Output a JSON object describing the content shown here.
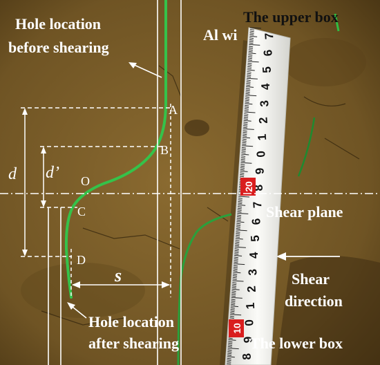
{
  "photo": {
    "colors": {
      "soil": "#7a5d28",
      "soil_dark": "#4d3816",
      "tape": "#f2f2ee",
      "tape_mark": "#111111",
      "wire": "#35c24a",
      "annot": "#ffffff"
    }
  },
  "labels": {
    "upper_box": "The upper box",
    "al_wire": "Al wi",
    "hole_before_line1": "Hole location",
    "hole_before_line2": "before shearing",
    "shear_plane": "Shear plane",
    "shear_direction_line1": "Shear",
    "shear_direction_line2": "direction",
    "hole_after_line1": "Hole location",
    "hole_after_line2": "after shearing",
    "lower_box": "The lower box",
    "d": "d",
    "d_prime": "d’",
    "s": "s",
    "point_A": "A",
    "point_B": "B",
    "point_O": "O",
    "point_C": "C",
    "point_D": "D"
  },
  "tape": {
    "digits": [
      "7",
      "6",
      "5",
      "4",
      "3",
      "2",
      "1",
      "0",
      "9",
      "8",
      "7",
      "6",
      "5",
      "4",
      "3",
      "2",
      "1",
      "0",
      "9",
      "8"
    ],
    "red_labels": [
      "20",
      "10"
    ]
  }
}
